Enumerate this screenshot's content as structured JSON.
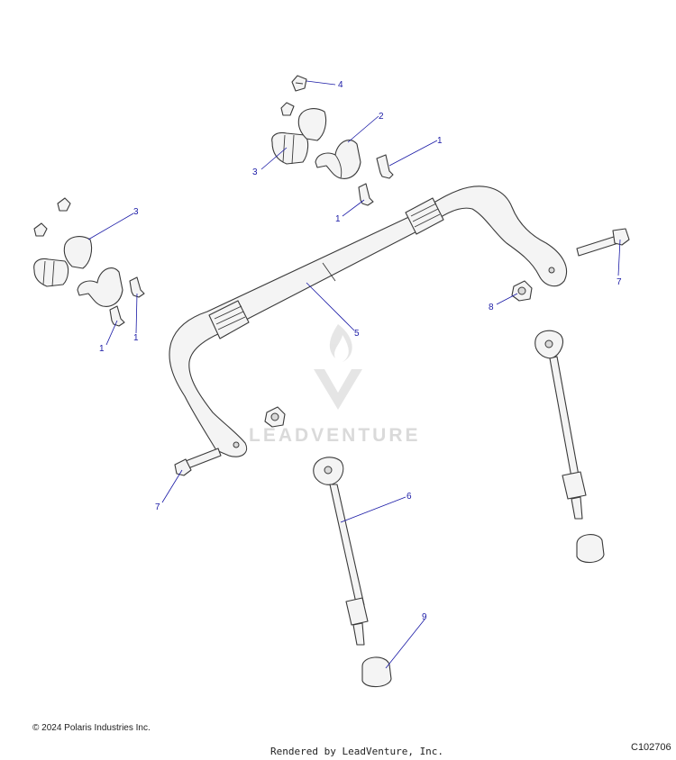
{
  "diagram": {
    "code": "C102706",
    "copyright": "© 2024 Polaris Industries Inc.",
    "rendered_by": "Rendered by LeadVenture, Inc.",
    "watermark": "LEADVENTURE",
    "callout_color": "#1a1aa6",
    "callouts": [
      {
        "key": "c4",
        "label": "4"
      },
      {
        "key": "c2",
        "label": "2"
      },
      {
        "key": "c1a",
        "label": "1"
      },
      {
        "key": "c3a",
        "label": "3"
      },
      {
        "key": "c1b",
        "label": "1"
      },
      {
        "key": "c3b",
        "label": "3"
      },
      {
        "key": "c7a",
        "label": "7"
      },
      {
        "key": "c8",
        "label": "8"
      },
      {
        "key": "c5",
        "label": "5"
      },
      {
        "key": "c1c",
        "label": "1"
      },
      {
        "key": "c1d",
        "label": "1"
      },
      {
        "key": "c6",
        "label": "6"
      },
      {
        "key": "c7b",
        "label": "7"
      },
      {
        "key": "c9",
        "label": "9"
      }
    ]
  }
}
